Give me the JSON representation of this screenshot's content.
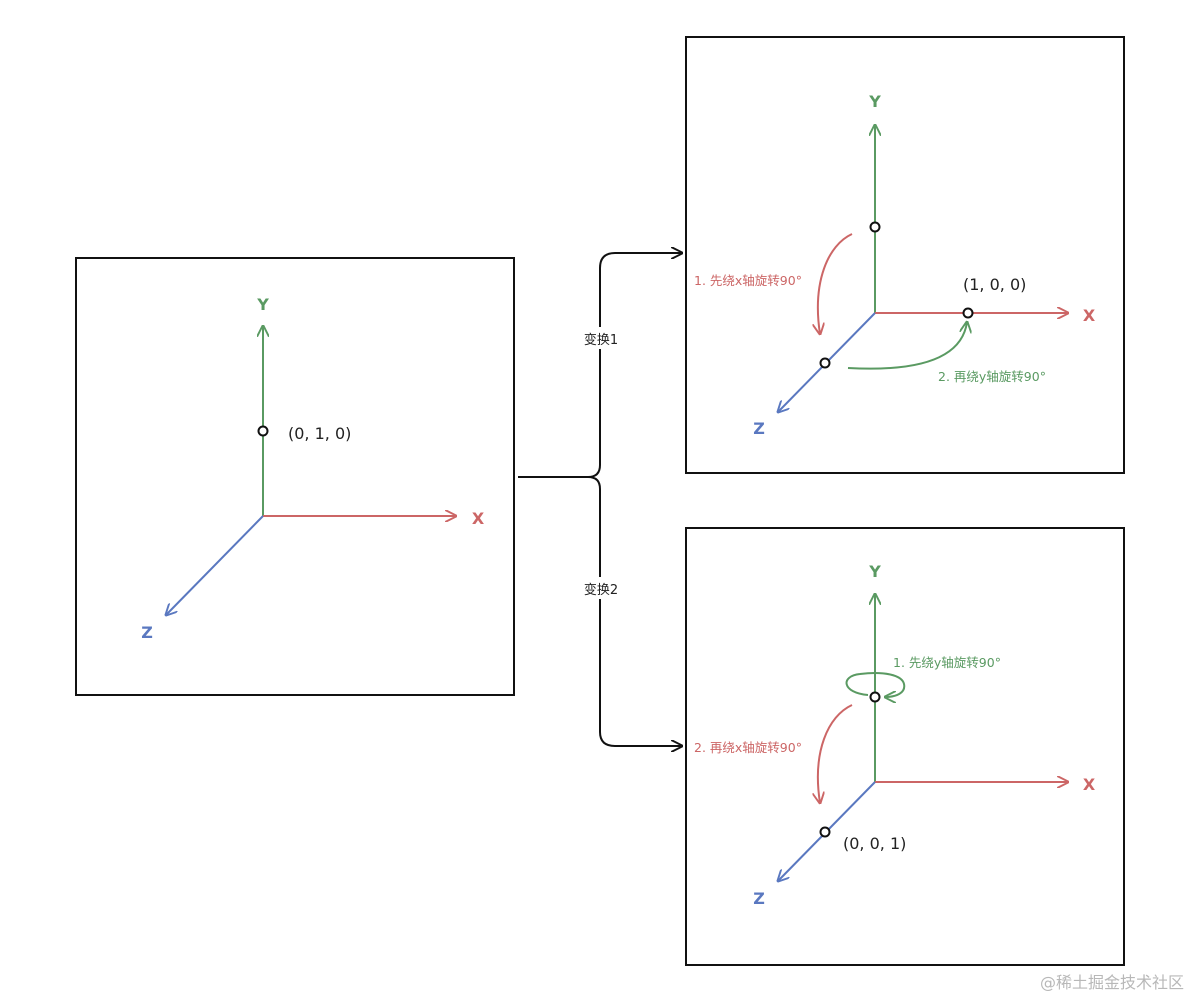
{
  "colors": {
    "x_axis": "#cc6666",
    "y_axis": "#5a9a62",
    "z_axis": "#5a78c0",
    "frame": "#111111",
    "bracket": "#111111"
  },
  "axes": {
    "x": "X",
    "y": "Y",
    "z": "Z"
  },
  "source": {
    "point_label": "(0, 1, 0)"
  },
  "branches": {
    "transform1": "变换1",
    "transform2": "变换2"
  },
  "panel1": {
    "step1": "1. 先绕x轴旋转90°",
    "step2": "2. 再绕y轴旋转90°",
    "point_label": "(1, 0, 0)"
  },
  "panel2": {
    "step1": "1. 先绕y轴旋转90°",
    "step2": "2. 再绕x轴旋转90°",
    "point_label": "(0, 0, 1)"
  },
  "watermark": "@稀土掘金技术社区"
}
